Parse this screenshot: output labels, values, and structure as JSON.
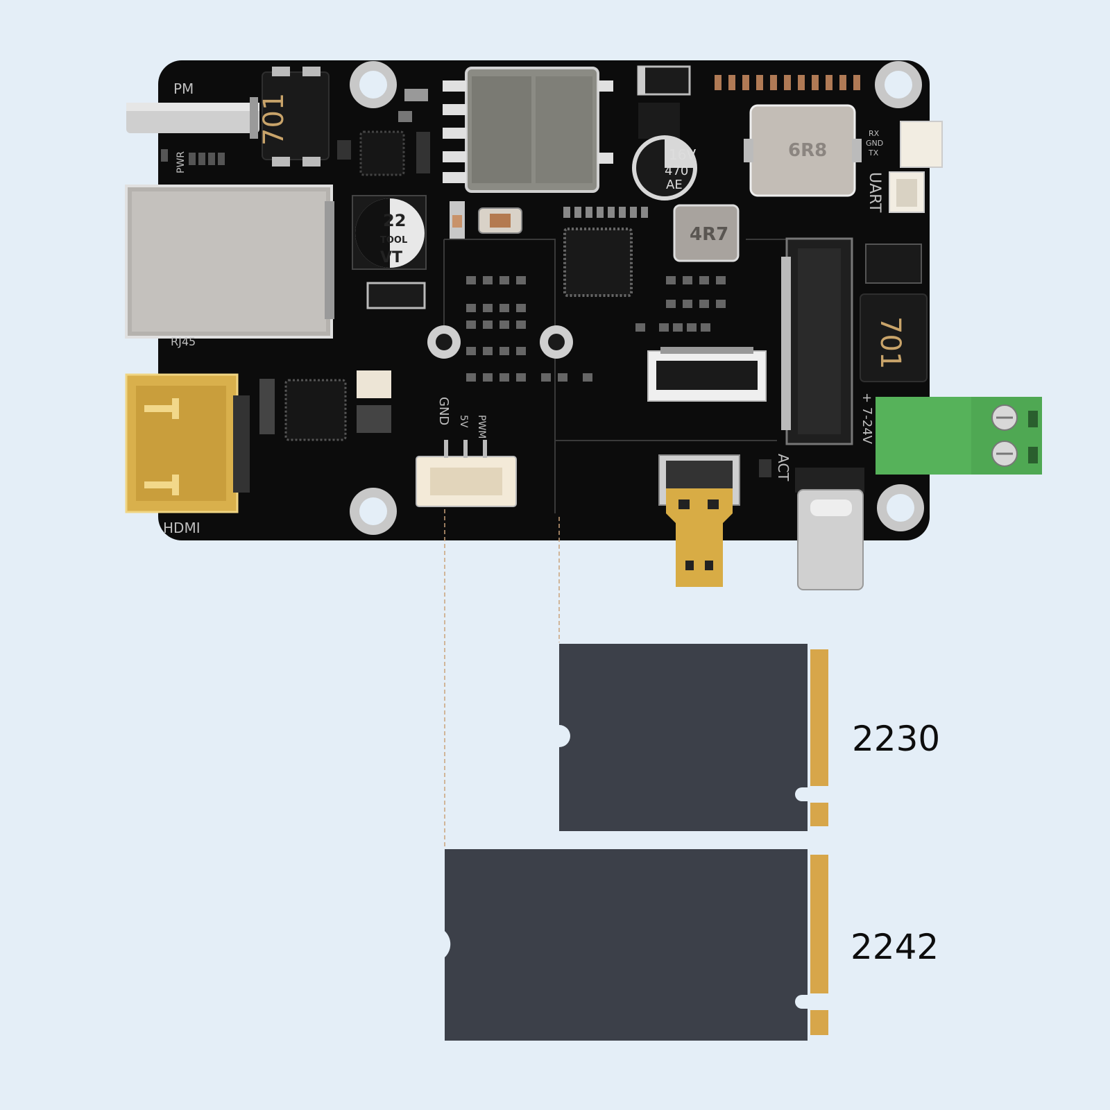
{
  "board": {
    "labels": {
      "pm": "PM",
      "pwr": "PWR",
      "inductor_left": "701",
      "inductor_right": "701",
      "cap_16v_a": "16V",
      "cap_16v_b": "470",
      "cap_16v_c": "AE",
      "inductor_6r8": "6R8",
      "inductor_4r7": "4R7",
      "cap_22_a": "22",
      "cap_22_b": "TOOL",
      "cap_22_c": "VT",
      "uart": "UART",
      "uart_pins": [
        "RX",
        "GND",
        "TX"
      ],
      "rj45": "RJ45",
      "gnd": "GND",
      "fan_pins": [
        "5V",
        "PWM"
      ],
      "act": "ACT",
      "power_input": "+ 7-24V",
      "hdmi": "HDMI"
    }
  },
  "ssd_cards": [
    {
      "label": "2230"
    },
    {
      "label": "2242"
    }
  ],
  "colors": {
    "background": "#e4eef7",
    "pcb": "#0c0c0c",
    "ssd_body": "#3c4049",
    "gold_contacts": "#d7a64a",
    "terminal_green": "#56b25a"
  }
}
